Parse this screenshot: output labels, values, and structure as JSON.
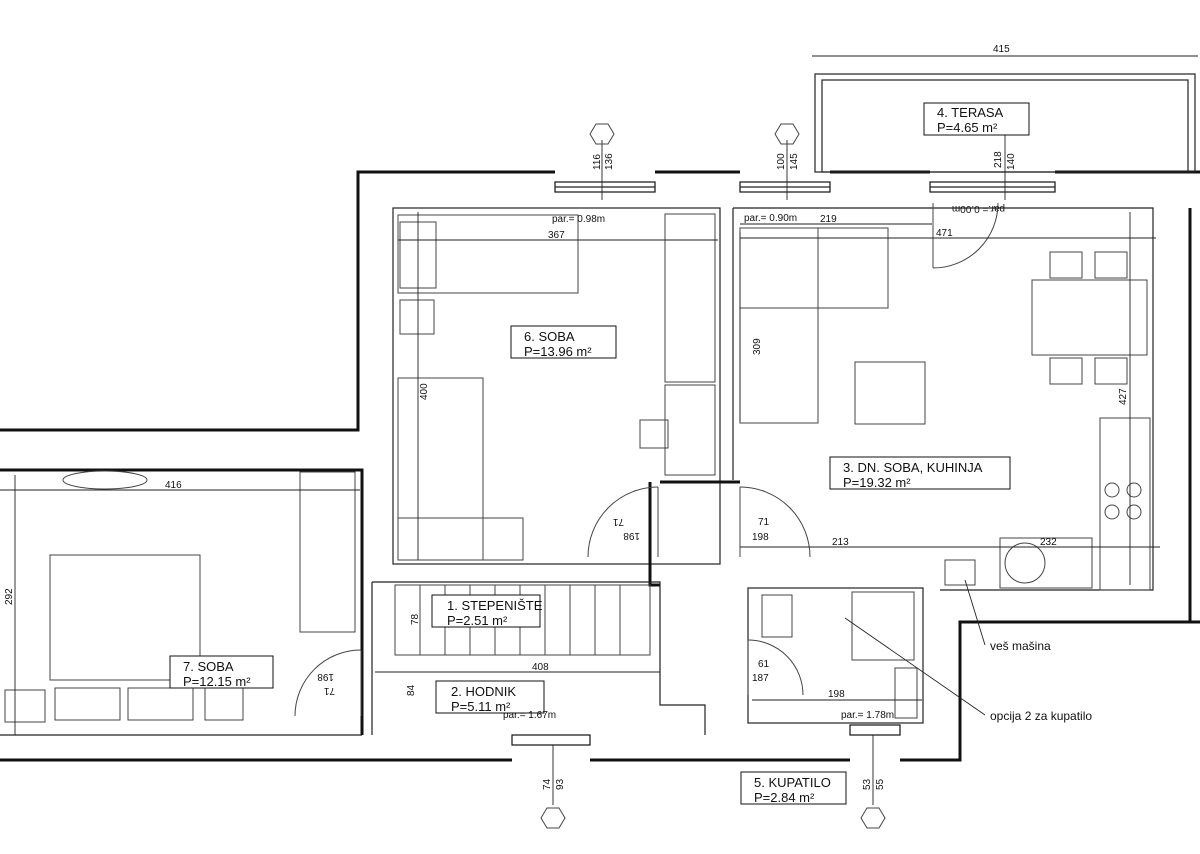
{
  "rooms": [
    {
      "name": "1. STEPENIŠTE",
      "area": "P=2.51  m²"
    },
    {
      "name": "2. HODNIK",
      "area": "P=5.11  m²"
    },
    {
      "name": "3. DN. SOBA, KUHINJA",
      "area": "P=19.32 m²"
    },
    {
      "name": "4. TERASA",
      "area": "P=4.65  m²"
    },
    {
      "name": "5. KUPATILO",
      "area": "P=2.84  m²"
    },
    {
      "name": "6. SOBA",
      "area": "P=13.96 m²"
    },
    {
      "name": "7. SOBA",
      "area": "P=12.15 m²"
    }
  ],
  "parapets": [
    "par.= 0.98m",
    "par.= 0.90m",
    "par.= 1.67m",
    "par.= 1.78m",
    "par.= 0.00m"
  ],
  "dimensions": {
    "terrace_width": "415",
    "win_room6_a": "116",
    "win_room6_b": "136",
    "win_living_a": "100",
    "win_living_b": "145",
    "win_terrace_a": "218",
    "win_terrace_b": "140",
    "room6_width": "367",
    "room6_depth": "400",
    "living_219": "219",
    "living_471": "471",
    "living_309": "309",
    "living_427": "427",
    "living_213": "213",
    "living_232": "232",
    "room7_width": "416",
    "room7_depth": "292",
    "hall_width": "408",
    "hall_84": "84",
    "stair_78": "78",
    "bath_198": "198",
    "door_71": "71",
    "door_198": "198",
    "door_61": "61",
    "door_187": "187",
    "win_hall_a": "74",
    "win_hall_b": "93",
    "win_bath_a": "53",
    "win_bath_b": "55"
  },
  "notes": {
    "washing_machine": "veš mašina",
    "bath_option": "opcija 2 za kupatilo"
  }
}
